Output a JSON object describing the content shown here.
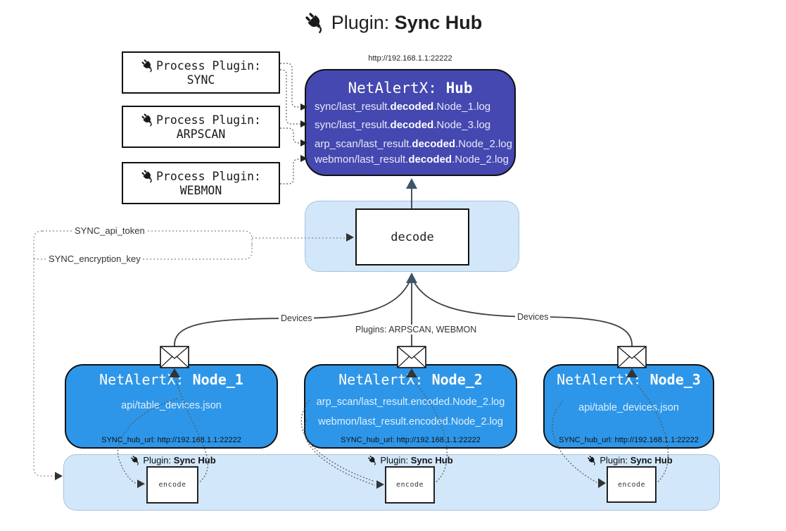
{
  "title": {
    "prefix": "Plugin: ",
    "bold": "Sync Hub"
  },
  "icons": {
    "title_icon": "plug-icon",
    "node_mail_icon": "envelope-icon"
  },
  "hub": {
    "url": "http://192.168.1.1:22222",
    "name_prefix": "NetAlertX: ",
    "name_bold": "Hub",
    "logs": [
      {
        "prefix": "sync/last_result.",
        "bold": "decoded",
        "suffix": ".Node_1.log"
      },
      {
        "prefix": "sync/last_result.",
        "bold": "decoded",
        "suffix": ".Node_3.log"
      },
      {
        "prefix": "arp_scan/last_result.",
        "bold": "decoded",
        "suffix": ".Node_2.log"
      },
      {
        "prefix": "webmon/last_result.",
        "bold": "decoded",
        "suffix": ".Node_2.log"
      }
    ]
  },
  "process_plugins": [
    {
      "label": "Process Plugin:",
      "name": "SYNC"
    },
    {
      "label": "Process Plugin:",
      "name": "ARPSCAN"
    },
    {
      "label": "Process Plugin:",
      "name": "WEBMON"
    }
  ],
  "keys": {
    "api_token": "SYNC_api_token",
    "encryption_key": "SYNC_encryption_key"
  },
  "decode": {
    "label": "decode"
  },
  "edges": {
    "devices_left": "Devices",
    "plugins_mid": "Plugins: ARPSCAN, WEBMON",
    "devices_right": "Devices"
  },
  "nodes": [
    {
      "name_prefix": "NetAlertX: ",
      "name_bold": "Node_1",
      "files": [
        "api/table_devices.json"
      ],
      "hub_url": "SYNC_hub_url: http://192.168.1.1:22222"
    },
    {
      "name_prefix": "NetAlertX: ",
      "name_bold": "Node_2",
      "files": [
        "arp_scan/last_result.encoded.Node_2.log",
        "webmon/last_result.encoded.Node_2.log"
      ],
      "hub_url": "SYNC_hub_url: http://192.168.1.1:22222"
    },
    {
      "name_prefix": "NetAlertX: ",
      "name_bold": "Node_3",
      "files": [
        "api/table_devices.json"
      ],
      "hub_url": "SYNC_hub_url: http://192.168.1.1:22222"
    }
  ],
  "band": {
    "groups": [
      {
        "label_prefix": "Plugin: ",
        "label_bold": "Sync Hub",
        "box": "encode"
      },
      {
        "label_prefix": "Plugin: ",
        "label_bold": "Sync Hub",
        "box": "encode"
      },
      {
        "label_prefix": "Plugin: ",
        "label_bold": "Sync Hub",
        "box": "encode"
      }
    ]
  },
  "colors": {
    "hub_fill": "#4448b0",
    "node_fill": "#2e96e8",
    "container_fill": "#d3e7fa",
    "container_border": "#7e9cbf",
    "arrow_dark": "#3c5568",
    "line": "#3b3b3b"
  }
}
